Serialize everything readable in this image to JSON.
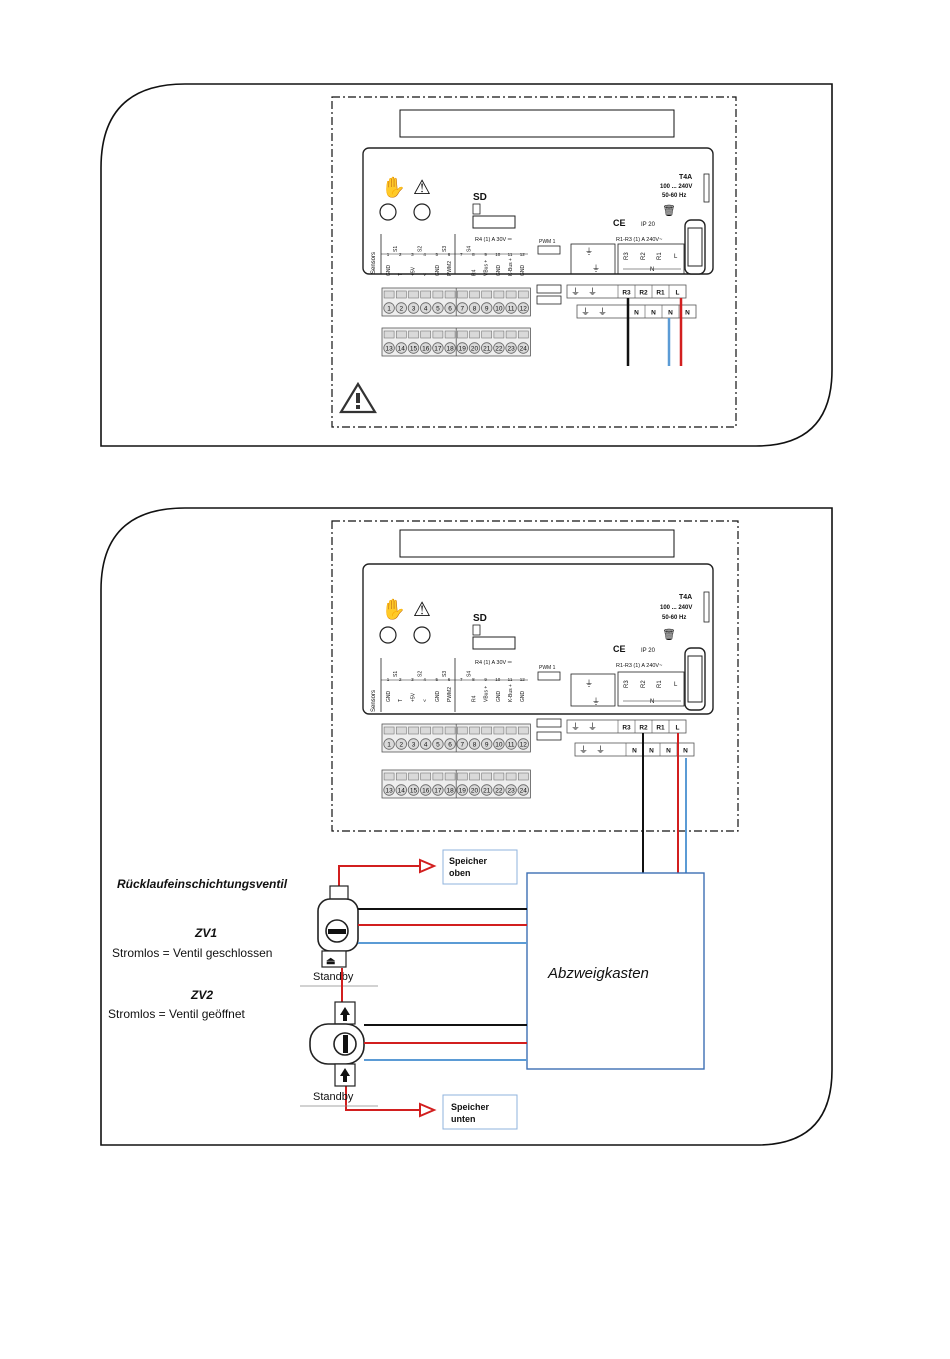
{
  "controller": {
    "symbols": [
      "hand-icon",
      "warning-icon"
    ],
    "sd_label": "SD",
    "fuse_rating": "T4A",
    "voltage": "100 ... 240V",
    "frequency": "50-60 Hz",
    "ce_mark": "CE",
    "ip_rating": "IP 20",
    "relay_rating_low": "R4 (1) A 30V ═",
    "relay_rating_high": "R1-R3 (1) A 240V~",
    "pwm_label": "PWM 1",
    "sensors_label": "Sensors",
    "sensor_groups": [
      "S1",
      "S2",
      "S3",
      "S4"
    ],
    "sensor_pins": [
      "1",
      "2",
      "3",
      "4",
      "5",
      "6",
      "7",
      "8",
      "9",
      "10",
      "11",
      "12"
    ],
    "sensor_pin_labels": [
      "GND",
      "T",
      "+5V",
      "<",
      "GND",
      "PWM2",
      "",
      "R4",
      "VBus +",
      "GND",
      "K-Bus +",
      "GND"
    ],
    "relay_labels_top": [
      "R3",
      "R2",
      "R1",
      "L"
    ],
    "neutral_label": "N",
    "terminal_row1": [
      "1",
      "2",
      "3",
      "4",
      "5",
      "6",
      "7",
      "8",
      "9",
      "10",
      "11",
      "12"
    ],
    "terminal_row2": [
      "13",
      "14",
      "15",
      "16",
      "17",
      "18",
      "19",
      "20",
      "21",
      "22",
      "23",
      "24"
    ],
    "relay_terminals": [
      "R3",
      "R2",
      "R1",
      "L"
    ],
    "neutral_terminals": [
      "N",
      "N",
      "N",
      "N"
    ],
    "ground_symbol": "⏚"
  },
  "diagram2": {
    "valve_title": "Rücklaufeinschichtungsventil",
    "zv1_name": "ZV1",
    "zv1_desc": "Stromlos = Ventil geschlossen",
    "zv2_name": "ZV2",
    "zv2_desc": "Stromlos = Ventil geöffnet",
    "standby_label": "Standby",
    "junction_box": "Abzweigkasten",
    "storage_top_line1": "Speicher",
    "storage_top_line2": "oben",
    "storage_bottom_line1": "Speicher",
    "storage_bottom_line2": "unten"
  },
  "colors": {
    "wire_black": "#111111",
    "wire_red": "#d21f1f",
    "wire_blue": "#5b9bd5",
    "terminal_fill": "#d9d9d9"
  }
}
